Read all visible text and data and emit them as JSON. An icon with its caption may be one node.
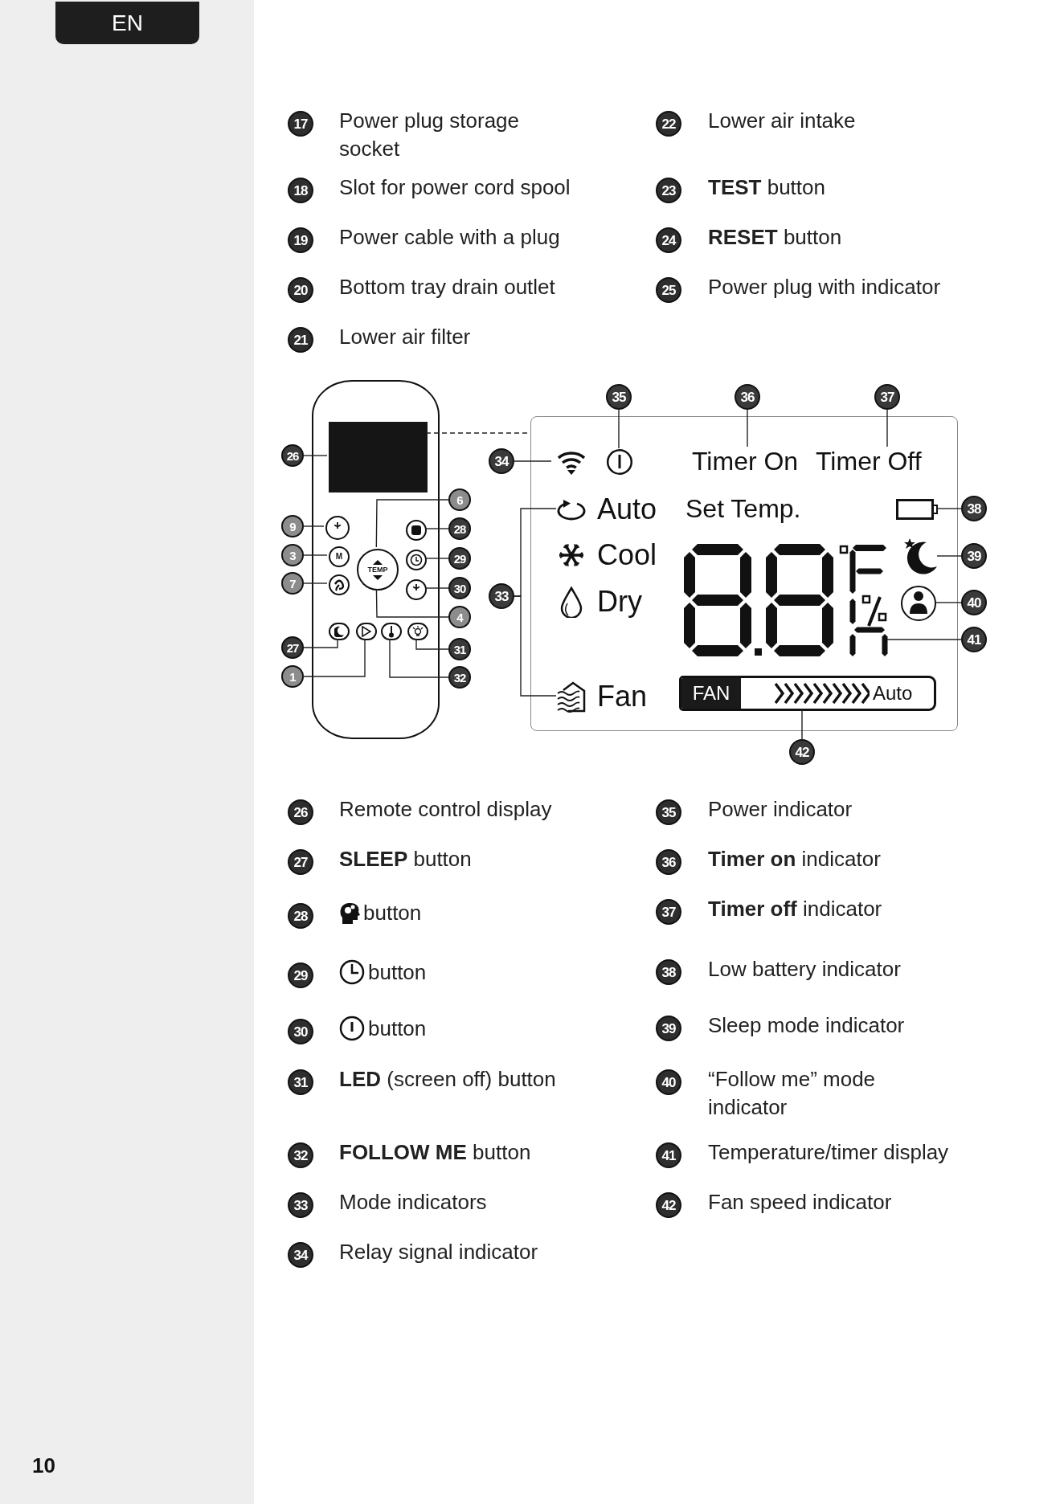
{
  "diagram": {
    "nodes": [
      {
        "text": [
          "17"
        ],
        "beside": [
          "Power plug storage socket"
        ]
      },
      {
        "text": [
          "22"
        ],
        "beside": [
          "Lower air intake"
        ]
      },
      {
        "text": [
          "18"
        ],
        "beside": [
          "Slot for power cord spool"
        ]
      },
      {
        "text": [
          "23"
        ],
        "beside": [
          "**TEST** button"
        ]
      },
      {
        "text": [
          "19"
        ],
        "beside": [
          "Power cable with a plug"
        ]
      },
      {
        "text": [
          "24"
        ],
        "beside": [
          "**RESET** button"
        ]
      },
      {
        "text": [
          "20"
        ],
        "beside": [
          "Bottom tray drain outlet"
        ]
      },
      {
        "text": [
          "25"
        ],
        "beside": [
          "Power plug with indicator"
        ]
      },
      {
        "text": [
          "21"
        ],
        "beside": [
          "Lower air filter"
        ]
      },
      {
        "text": [
          "26"
        ]
      },
      {
        "text": [
          "9"
        ]
      },
      {
        "text": [
          "3"
        ]
      },
      {
        "text": [
          "7"
        ]
      },
      {
        "text": [
          "27"
        ]
      },
      {
        "text": [
          "1"
        ]
      },
      {
        "text": [
          "6"
        ]
      },
      {
        "text": [
          "28"
        ]
      },
      {
        "text": [
          "29"
        ]
      },
      {
        "text": [
          "30"
        ]
      },
      {
        "text": [
          "4"
        ]
      },
      {
        "text": [
          "31"
        ]
      },
      {
        "text": [
          "32"
        ]
      },
      {
        "text": [
          "35"
        ]
      },
      {
        "text": [
          "36"
        ]
      },
      {
        "text": [
          "37"
        ]
      },
      {
        "text": [
          "34"
        ]
      },
      {
        "text": [
          "33"
        ]
      },
      {
        "text": [
          "38"
        ]
      },
      {
        "text": [
          "39"
        ]
      },
      {
        "text": [
          "40"
        ]
      },
      {
        "text": [
          "41"
        ]
      },
      {
        "text": [
          "42"
        ]
      },
      {
        "text": [
          "26"
        ],
        "beside": [
          "Remote control display"
        ]
      },
      {
        "text": [
          "35"
        ],
        "beside": [
          "Power indicator"
        ]
      },
      {
        "text": [
          "27"
        ],
        "beside": [
          "**SLEEP** button"
        ]
      },
      {
        "text": [
          "36"
        ],
        "beside": [
          "**Timer on** indicator"
        ]
      },
      {
        "text": [
          "28"
        ],
        "beside": [
          "button"
        ]
      },
      {
        "text": [
          "37"
        ],
        "beside": [
          "**Timer off** indicator"
        ]
      },
      {
        "text": [
          "29"
        ],
        "beside": [
          "button"
        ]
      },
      {
        "text": [
          "38"
        ],
        "beside": [
          "Low battery indicator"
        ]
      },
      {
        "text": [
          "30"
        ],
        "beside": [
          "button"
        ]
      },
      {
        "text": [
          "39"
        ],
        "beside": [
          "Sleep mode indicator"
        ]
      },
      {
        "text": [
          "31"
        ],
        "beside": [
          "**LED** (screen off) button"
        ]
      },
      {
        "text": [
          "40"
        ],
        "beside": [
          "“Follow me” mode indicator"
        ]
      },
      {
        "text": [
          "32"
        ],
        "beside": [
          "**FOLLOW ME** button"
        ]
      },
      {
        "text": [
          "41"
        ],
        "beside": [
          "Temperature/timer display"
        ]
      },
      {
        "text": [
          "33"
        ],
        "beside": [
          "Mode indicators"
        ]
      },
      {
        "text": [
          "42"
        ],
        "beside": [
          "Fan speed indicator"
        ]
      },
      {
        "text": [
          "34"
        ],
        "beside": [
          "Relay signal indicator"
        ]
      },
      {
        "text": [],
        "shape": "box"
      },
      {
        "text": [],
        "shape": "box",
        "in": 49
      },
      {
        "text": [],
        "shape": "circle",
        "in": 49
      },
      {
        "text": [
          "M"
        ],
        "in": 49
      },
      {
        "text": [],
        "shape": "circle",
        "in": 49
      },
      {
        "text": [
          "TEMP"
        ],
        "in": 49
      },
      {
        "text": [],
        "shape": "circle",
        "in": 49
      },
      {
        "text": [],
        "shape": "circle",
        "in": 49
      },
      {
        "text": [],
        "shape": "circle",
        "in": 49
      },
      {
        "text": [],
        "shape": "box",
        "in": 49
      },
      {
        "text": [],
        "shape": "box",
        "in": 49
      },
      {
        "text": [],
        "shape": "box",
        "in": 49
      },
      {
        "text": [],
        "shape": "box",
        "in": 49
      },
      {
        "text": [],
        "shape": "box"
      },
      {
        "text": [],
        "shape": "icon",
        "in": 62
      },
      {
        "text": [],
        "shape": "circle",
        "in": 62
      },
      {
        "text": [
          "Timer On"
        ],
        "in": 62
      },
      {
        "text": [
          "Timer Off"
        ],
        "in": 62
      },
      {
        "text": [
          "Auto"
        ],
        "in": 62
      },
      {
        "text": [
          "Cool"
        ],
        "in": 62
      },
      {
        "text": [
          "Dry"
        ],
        "in": 62
      },
      {
        "text": [
          "Fan"
        ],
        "in": 62
      },
      {
        "text": [],
        "shape": "box",
        "in": 62
      },
      {
        "text": [],
        "shape": "picture",
        "in": 62
      },
      {
        "text": [],
        "shape": "icon",
        "in": 62
      },
      {
        "text": [],
        "shape": "circle",
        "in": 62
      },
      {
        "text": [
          "FAN",
          "Auto"
        ],
        "in": 62
      }
    ],
    "edges": [
      {
        "from": 9,
        "to": 50,
        "arrow": "none"
      },
      {
        "from": 10,
        "to": 51,
        "arrow": "none"
      },
      {
        "from": 11,
        "to": 52,
        "arrow": "none"
      },
      {
        "from": 12,
        "to": 53,
        "arrow": "none"
      },
      {
        "from": 13,
        "to": 58,
        "arrow": "none"
      },
      {
        "from": 14,
        "to": 59,
        "arrow": "none"
      },
      {
        "from": 15,
        "to": 54,
        "arrow": "none"
      },
      {
        "from": 16,
        "to": 55,
        "arrow": "none"
      },
      {
        "from": 17,
        "to": 56,
        "arrow": "none"
      },
      {
        "from": 18,
        "to": 57,
        "arrow": "none"
      },
      {
        "from": 19,
        "to": 54,
        "arrow": "none"
      },
      {
        "from": 20,
        "to": 61,
        "arrow": "none"
      },
      {
        "from": 21,
        "to": 60,
        "arrow": "none"
      },
      {
        "from": 22,
        "to": 64,
        "arrow": "none"
      },
      {
        "from": 23,
        "to": 65,
        "arrow": "none"
      },
      {
        "from": 24,
        "to": 66,
        "arrow": "none"
      },
      {
        "from": 25,
        "to": 63,
        "arrow": "none"
      },
      {
        "from": 26,
        "to": 67,
        "arrow": "none"
      },
      {
        "from": 27,
        "to": 71,
        "arrow": "none"
      },
      {
        "from": 28,
        "to": 73,
        "arrow": "none"
      },
      {
        "from": 29,
        "to": 74,
        "arrow": "none"
      },
      {
        "from": 30,
        "to": 72,
        "arrow": "none"
      },
      {
        "from": 31,
        "to": 75,
        "arrow": "none"
      },
      {
        "from": 26,
        "to": 70,
        "arrow": "none"
      },
      {
        "from": 50,
        "to": 62,
        "arrow": "none",
        "style": "dashed"
      }
    ],
    "labels": [
      "EN",
      "Set Temp.",
      "10"
    ]
  }
}
